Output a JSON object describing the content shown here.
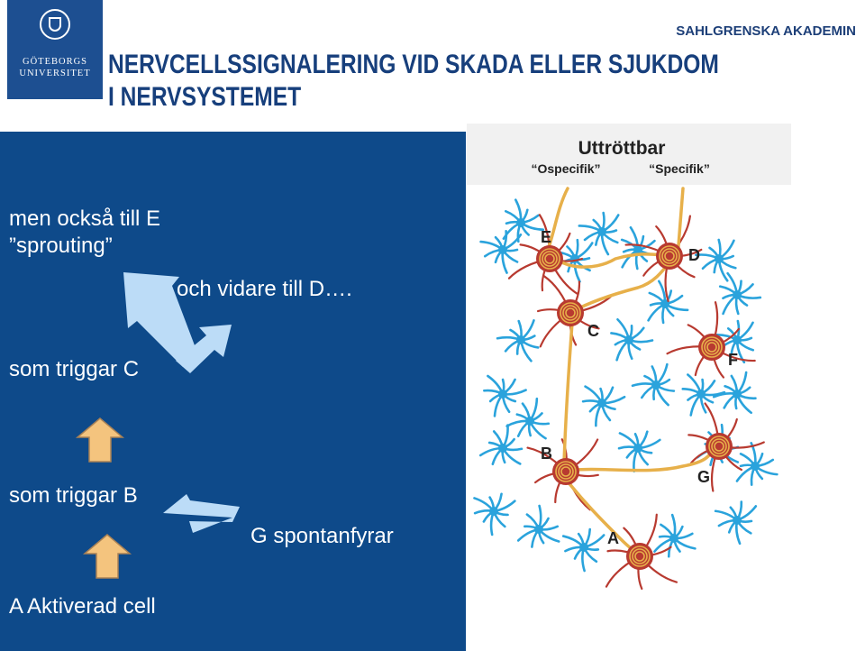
{
  "header": {
    "logo_line1": "GÖTEBORGS",
    "logo_line2": "UNIVERSITET",
    "org": "SAHLGRENSKA AKADEMIN",
    "title": "NERVCELLSSIGNALERING VID SKADA ELLER SJUKDOM I NERVSYSTEMET"
  },
  "panel": {
    "line_e1": "men också till E",
    "line_e2": "”sprouting”",
    "line_d": "och vidare till D….",
    "line_c": "som triggar C",
    "line_b": "som triggar B",
    "line_g": "G spontanfyrar",
    "line_a": "A   Aktiverad cell"
  },
  "diagram": {
    "heading": "Uttröttbar",
    "sub_left": "“Ospecifik”",
    "sub_right": "“Specifik”",
    "cell_labels": [
      "E",
      "D",
      "C",
      "F",
      "B",
      "G",
      "A"
    ]
  },
  "colors": {
    "panel": "#0e4a8a",
    "title": "#173f7c",
    "arrow_light": "#bcdcf7",
    "arrow_orange": "#f4c47e",
    "neuron_red": "#b83a30",
    "glia_blue": "#2aa3dc",
    "axon_gold": "#e7b04a"
  }
}
